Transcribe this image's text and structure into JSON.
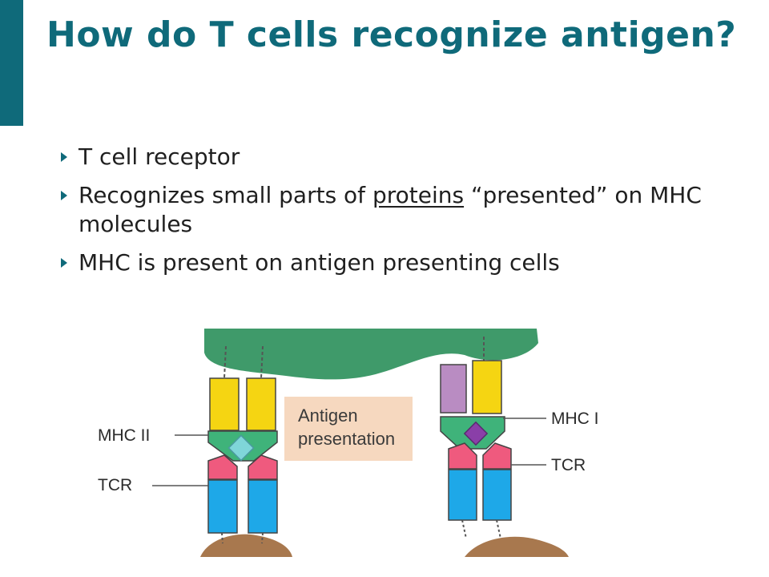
{
  "slide": {
    "title": "How do T cells recognize antigen?",
    "bullets": [
      {
        "text": "T cell receptor"
      },
      {
        "prefix": "Recognizes small parts of ",
        "emphasis": "proteins",
        "suffix": " “presented” on MHC molecules"
      },
      {
        "text": "MHC is present on antigen presenting cells"
      }
    ]
  },
  "figure": {
    "label_mhc2": "MHC II",
    "label_tcr_left": "TCR",
    "label_mhc1": "MHC I",
    "label_tcr_right": "TCR",
    "center_box_line1": "Antigen",
    "center_box_line2": "presentation"
  },
  "colors": {
    "theme": "#0f6a7a",
    "apc_green": "#3f9a6a",
    "t_cell_tan": "#a8784e",
    "mhc_yellow": "#f5d512",
    "groove_green": "#3fb37a",
    "tcr_pink": "#ef5a7e",
    "tcr_blue": "#1ea8e8",
    "mhc1_purple": "#b98cc2",
    "peptide_cyan": "#7fd6d9",
    "peptide_purple": "#8a3fa8",
    "label_box": "#f6d8bf"
  }
}
